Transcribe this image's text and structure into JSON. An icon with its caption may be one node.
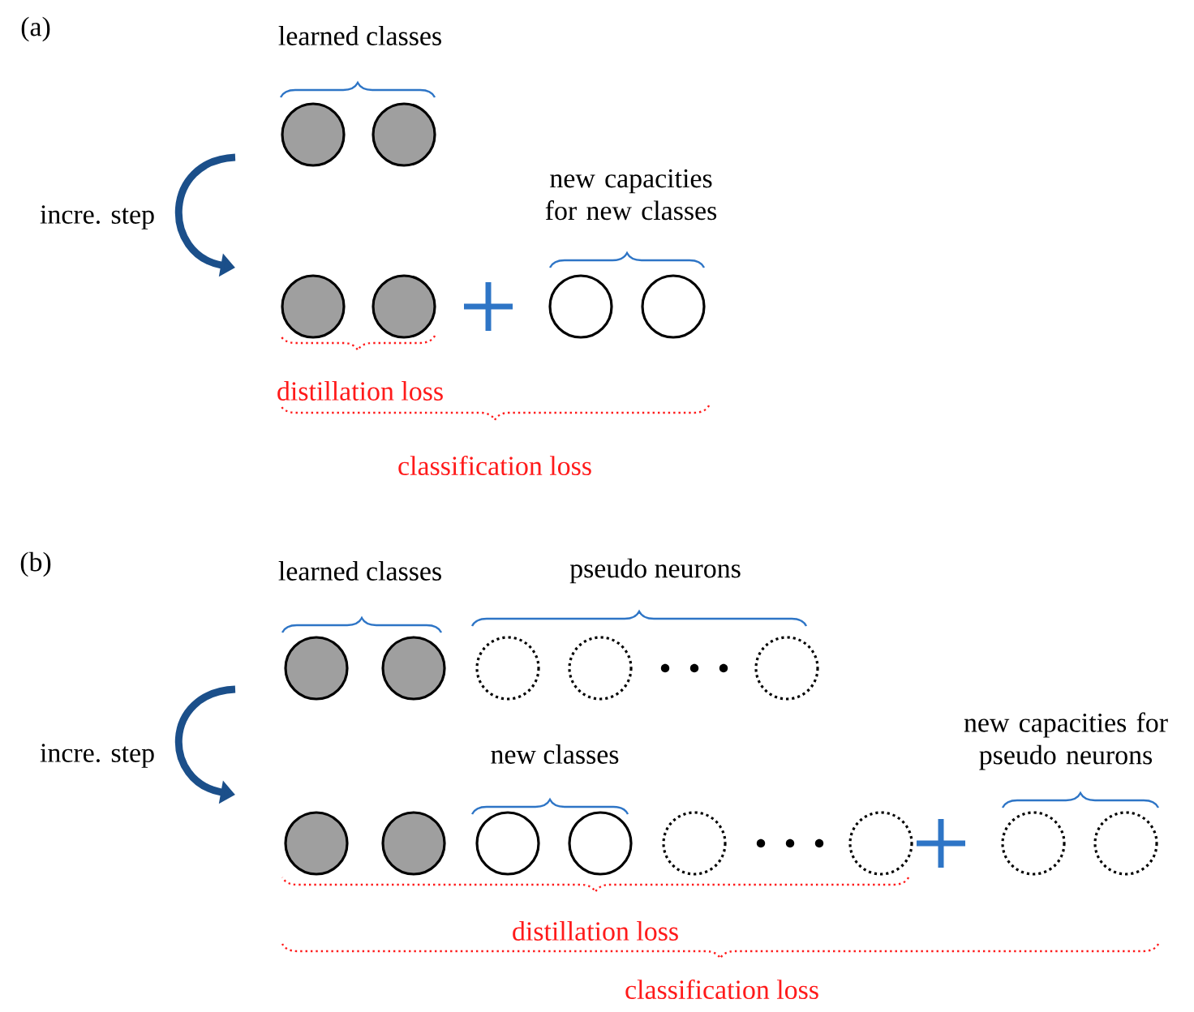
{
  "diagram": {
    "labels": [
      "(a)",
      "learned classes",
      "incre. step",
      "new capacities for new classes",
      "distillation loss",
      "classification loss",
      "(b)",
      "learned classes",
      "pseudo neurons",
      "incre. step",
      "new classes",
      "new capacities for pseudo neurons",
      "distillation loss",
      "classification loss"
    ]
  }
}
